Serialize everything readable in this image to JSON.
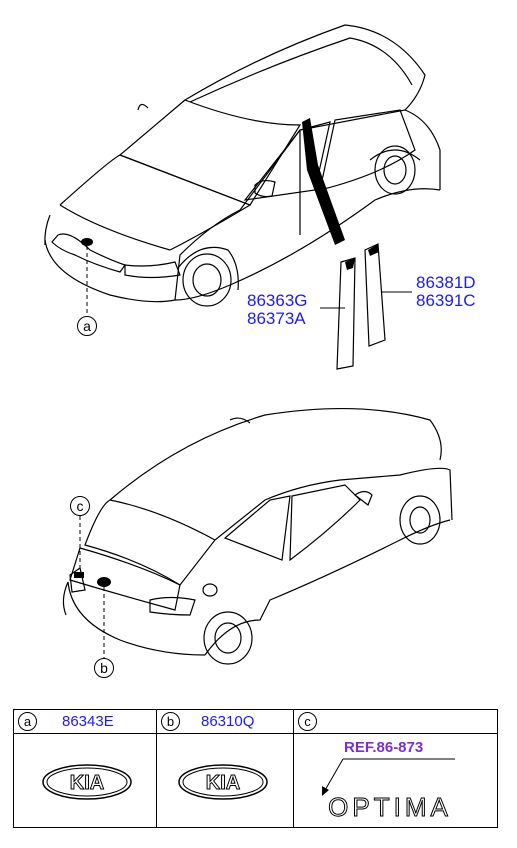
{
  "top_view": {
    "labels": {
      "pillar_front_line1": "86363G",
      "pillar_front_line2": "86373A",
      "pillar_rear_line1": "86381D",
      "pillar_rear_line2": "86391C"
    },
    "bubble_a": "a"
  },
  "bottom_view": {
    "bubble_c": "c",
    "bubble_b": "b"
  },
  "table": {
    "col_a": {
      "letter": "a",
      "part": "86343E",
      "emblem": "KIA"
    },
    "col_b": {
      "letter": "b",
      "part": "86310Q",
      "emblem": "KIA"
    },
    "col_c": {
      "letter": "c",
      "ref": "REF.86-873",
      "emblem": "OPTIMA"
    }
  },
  "colors": {
    "part_number": "#1a1aff",
    "reference": "#7b2fd0",
    "line": "#000000"
  }
}
